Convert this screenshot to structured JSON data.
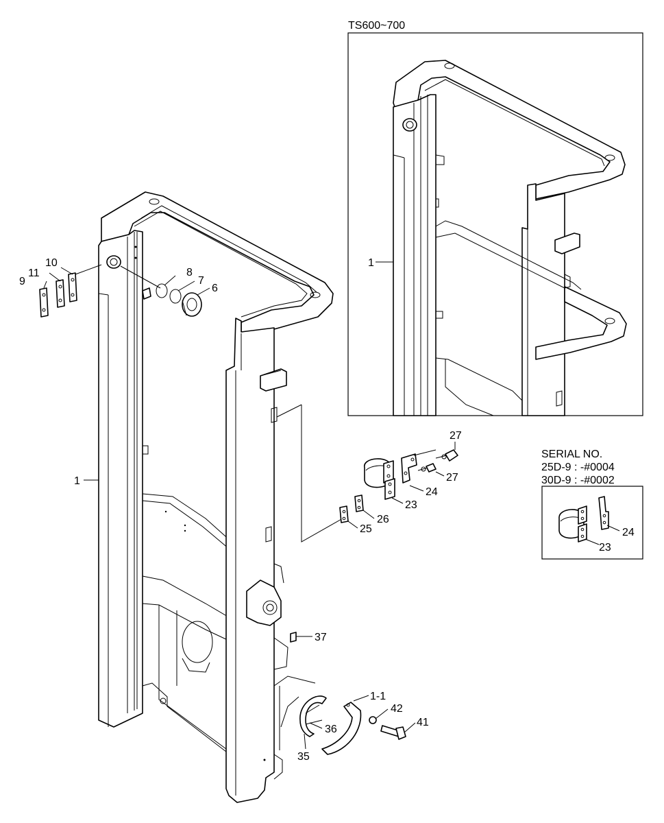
{
  "inset_main": {
    "title": "TS600~700",
    "callout": "1"
  },
  "inset_serial": {
    "heading": "SERIAL NO.",
    "line1": "25D-9 : -#0004",
    "line2": "30D-9 : -#0002",
    "callouts": [
      "23",
      "24"
    ]
  },
  "callouts": {
    "p1": "1",
    "p1_1": "1-1",
    "p6": "6",
    "p7": "7",
    "p8": "8",
    "p9": "9",
    "p10": "10",
    "p11": "11",
    "p23": "23",
    "p24": "24",
    "p25": "25",
    "p26": "26",
    "p27a": "27",
    "p27b": "27",
    "p35": "35",
    "p36": "36",
    "p37": "37",
    "p41": "41",
    "p42": "42"
  }
}
